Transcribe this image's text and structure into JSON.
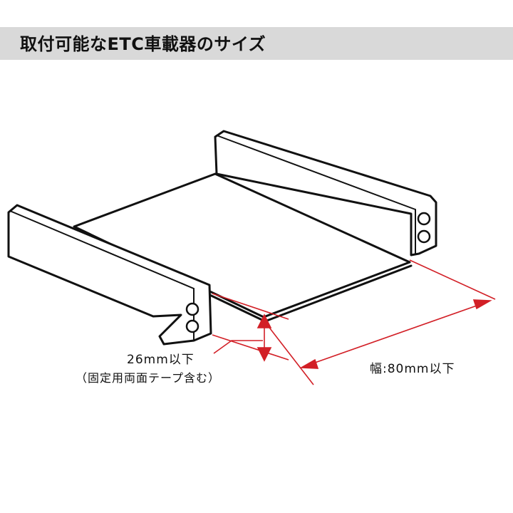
{
  "header": {
    "title": "取付可能なETC車載器のサイズ"
  },
  "dimensions": {
    "height": {
      "label": "26mm以下",
      "note": "（固定用両面テープ含む）"
    },
    "width": {
      "label": "幅:80mm以下"
    }
  },
  "colors": {
    "dimension_line": "#d21f26",
    "outline": "#111111",
    "title_bar": "#d9d9d9"
  }
}
